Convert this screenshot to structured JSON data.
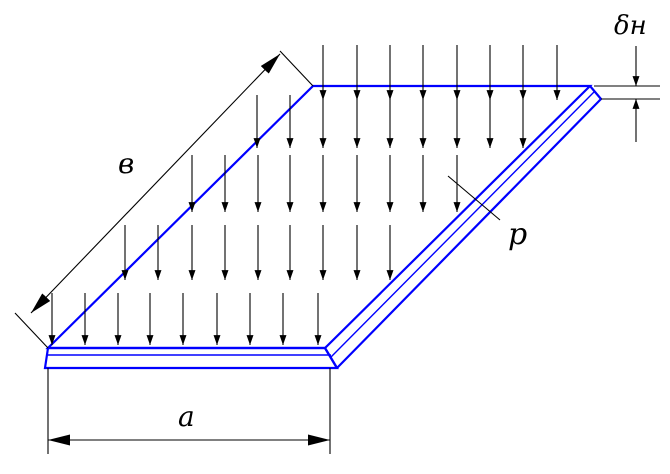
{
  "labels": {
    "side_b": "в",
    "side_a": "a",
    "load": "p",
    "thickness": "δн"
  },
  "colors": {
    "plate_outline": "#0000ff",
    "dimension_lines": "#000000",
    "load_arrows": "#000000",
    "background": "#ffffff"
  }
}
